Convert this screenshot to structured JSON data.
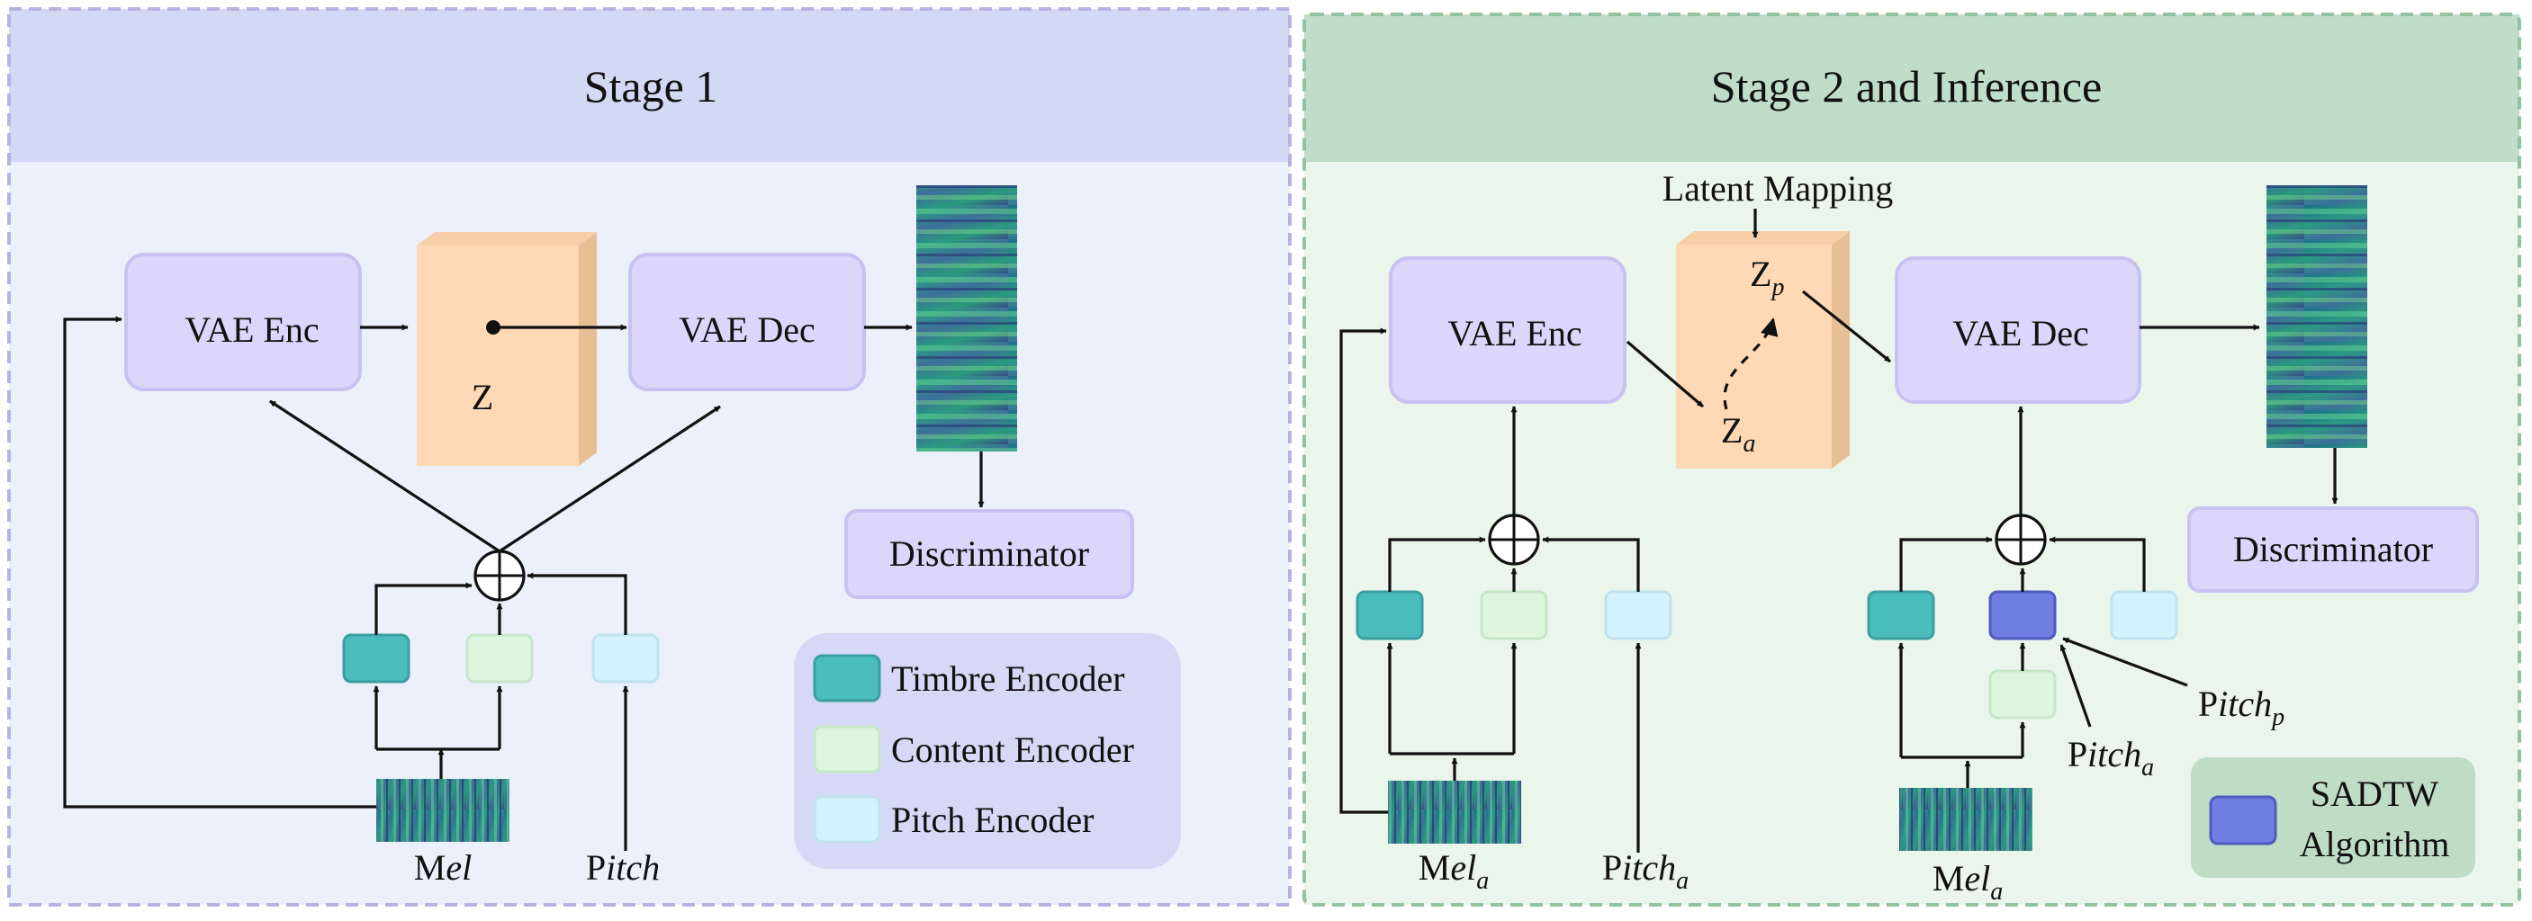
{
  "stage1": {
    "title": "Stage 1",
    "vae_enc": "VAE Enc",
    "vae_dec": "VAE Dec",
    "latent": "Z",
    "discriminator": "Discriminator",
    "mel_prefix": "M",
    "mel_italic": "el",
    "pitch_prefix": "P",
    "pitch_italic": "itch",
    "legend": {
      "timbre": "Timbre Encoder",
      "content": "Content Encoder",
      "pitch": "Pitch Encoder"
    }
  },
  "stage2": {
    "title": "Stage 2 and Inference",
    "latent_mapping": "Latent Mapping",
    "vae_enc": "VAE Enc",
    "vae_dec": "VAE Dec",
    "z_p_base": "Z",
    "z_p_sub": "p",
    "z_a_base": "Z",
    "z_a_sub": "a",
    "discriminator": "Discriminator",
    "mel_a_prefix": "M",
    "mel_a_italic": "el",
    "mel_a_sub": "a",
    "pitch_a_prefix": "P",
    "pitch_a_italic": "itch",
    "pitch_a_sub": "a",
    "pitch_p_prefix": "P",
    "pitch_p_italic": "itch",
    "pitch_p_sub": "p",
    "sadtw_line1": "SADTW",
    "sadtw_line2": "Algorithm"
  },
  "colors": {
    "stage1_bg": "#ECF0FB",
    "stage1_header": "#D2D9F5",
    "stage1_border": "#B9B2E0",
    "stage2_bg": "#EAF6EC",
    "stage2_header": "#C0DDC7",
    "stage2_border": "#93C29E",
    "vae_fill": "#DCD6FB",
    "vae_stroke": "#C9C1F2",
    "latent_fill": "#FFD9B5",
    "latent_side": "#E8BE94",
    "timbre": "#4CBDBD",
    "content": "#DDF5DE",
    "pitch": "#D3F2FB",
    "sadtw": "#6F7EE0",
    "legend_bg": "#D5D9F5",
    "sadtw_legend_bg": "#BFDCC5"
  }
}
